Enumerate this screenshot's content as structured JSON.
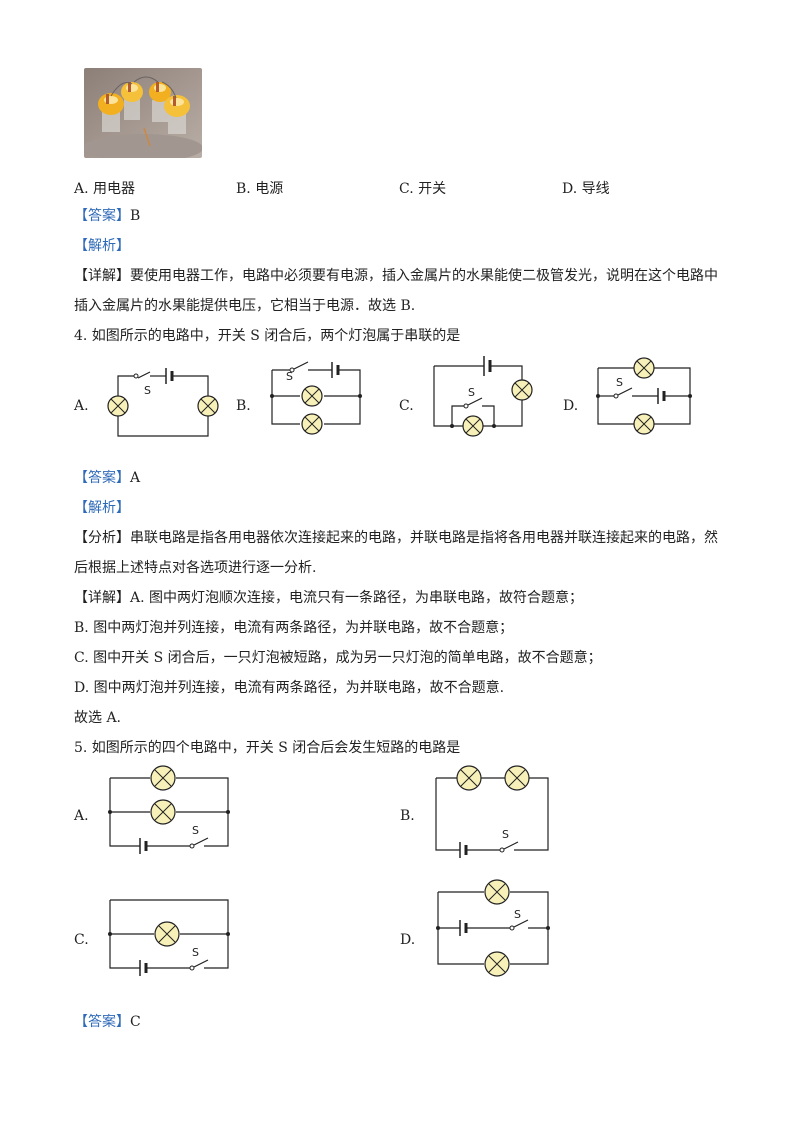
{
  "q3": {
    "options": [
      "A. 用电器",
      "B. 电源",
      "C. 开关",
      "D. 导线"
    ],
    "answer_tag": "【答案】",
    "answer": "B",
    "analysis_tag": "【解析】",
    "detail_tag": "【详解】",
    "detail_line1": "要使用电器工作，电路中必须要有电源，插入金属片的水果能使二极管发光，说明在这个电路中",
    "detail_line2": "插入金属片的水果能提供电压，它相当于电源．故选 B."
  },
  "q4": {
    "stem": "4. 如图所示的电路中，开关 S 闭合后，两个灯泡属于串联的是",
    "labels": [
      "A.",
      "B.",
      "C.",
      "D."
    ],
    "switch_label": "S",
    "answer_tag": "【答案】",
    "answer": "A",
    "analysis_tag": "【解析】",
    "fenxi_tag": "【分析】",
    "fenxi_line1": "串联电路是指各用电器依次连接起来的电路，并联电路是指将各用电器并联连接起来的电路，然",
    "fenxi_line2": "后根据上述特点对各选项进行逐一分析.",
    "detail_tag": "【详解】",
    "detail_a": "A. 图中两灯泡顺次连接，电流只有一条路径，为串联电路，故符合题意；",
    "detail_b": "B. 图中两灯泡并列连接，电流有两条路径，为并联电路，故不合题意；",
    "detail_c": "C. 图中开关 S 闭合后，一只灯泡被短路，成为另一只灯泡的简单电路，故不合题意；",
    "detail_d": "D. 图中两灯泡并列连接，电流有两条路径，为并联电路，故不合题意.",
    "conclusion": "故选 A."
  },
  "q5": {
    "stem": "5. 如图所示的四个电路中，开关 S 闭合后会发生短路的电路是",
    "labels": [
      "A.",
      "B.",
      "C.",
      "D."
    ],
    "switch_label": "S",
    "answer_tag": "【答案】",
    "answer": "C"
  }
}
